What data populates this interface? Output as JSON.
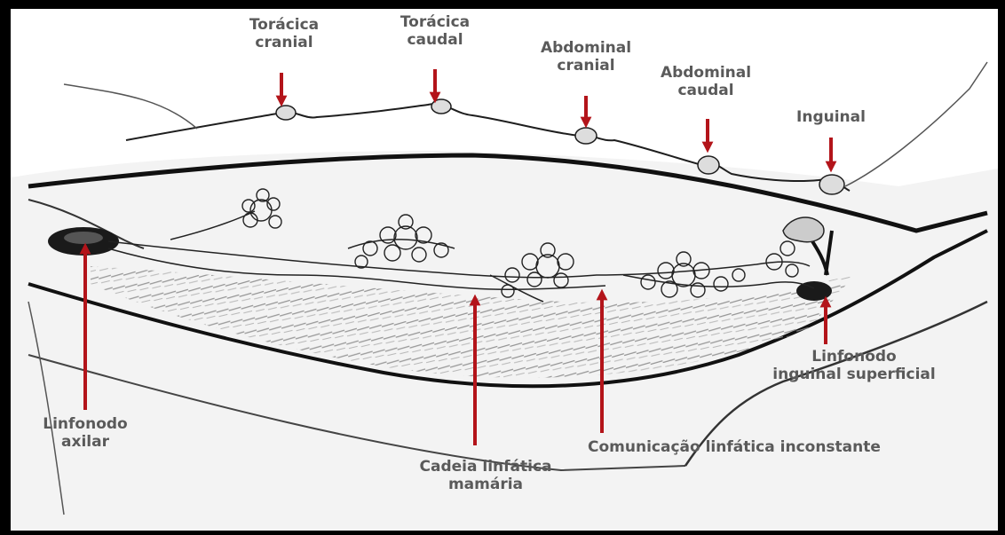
{
  "colors": {
    "arrow": "#b3141a",
    "ink": "#1e1e1e",
    "label": "#5a5a5a",
    "frame": "#000000"
  },
  "labels": {
    "toracica_cranial": [
      "Torácica",
      "cranial"
    ],
    "toracica_caudal": [
      "Torácica",
      "caudal"
    ],
    "abdominal_cranial": [
      "Abdominal",
      "cranial"
    ],
    "abdominal_caudal": [
      "Abdominal",
      "caudal"
    ],
    "inguinal": "Inguinal",
    "linfonodo_inguinal": [
      "Linfonodo",
      "inguinal superficial"
    ],
    "linfonodo_axilar": [
      "Linfonodo",
      "axilar"
    ],
    "cadeia": [
      "Cadeia linfática",
      "mamária"
    ],
    "comunicacao": "Comunicação linfática inconstante"
  }
}
